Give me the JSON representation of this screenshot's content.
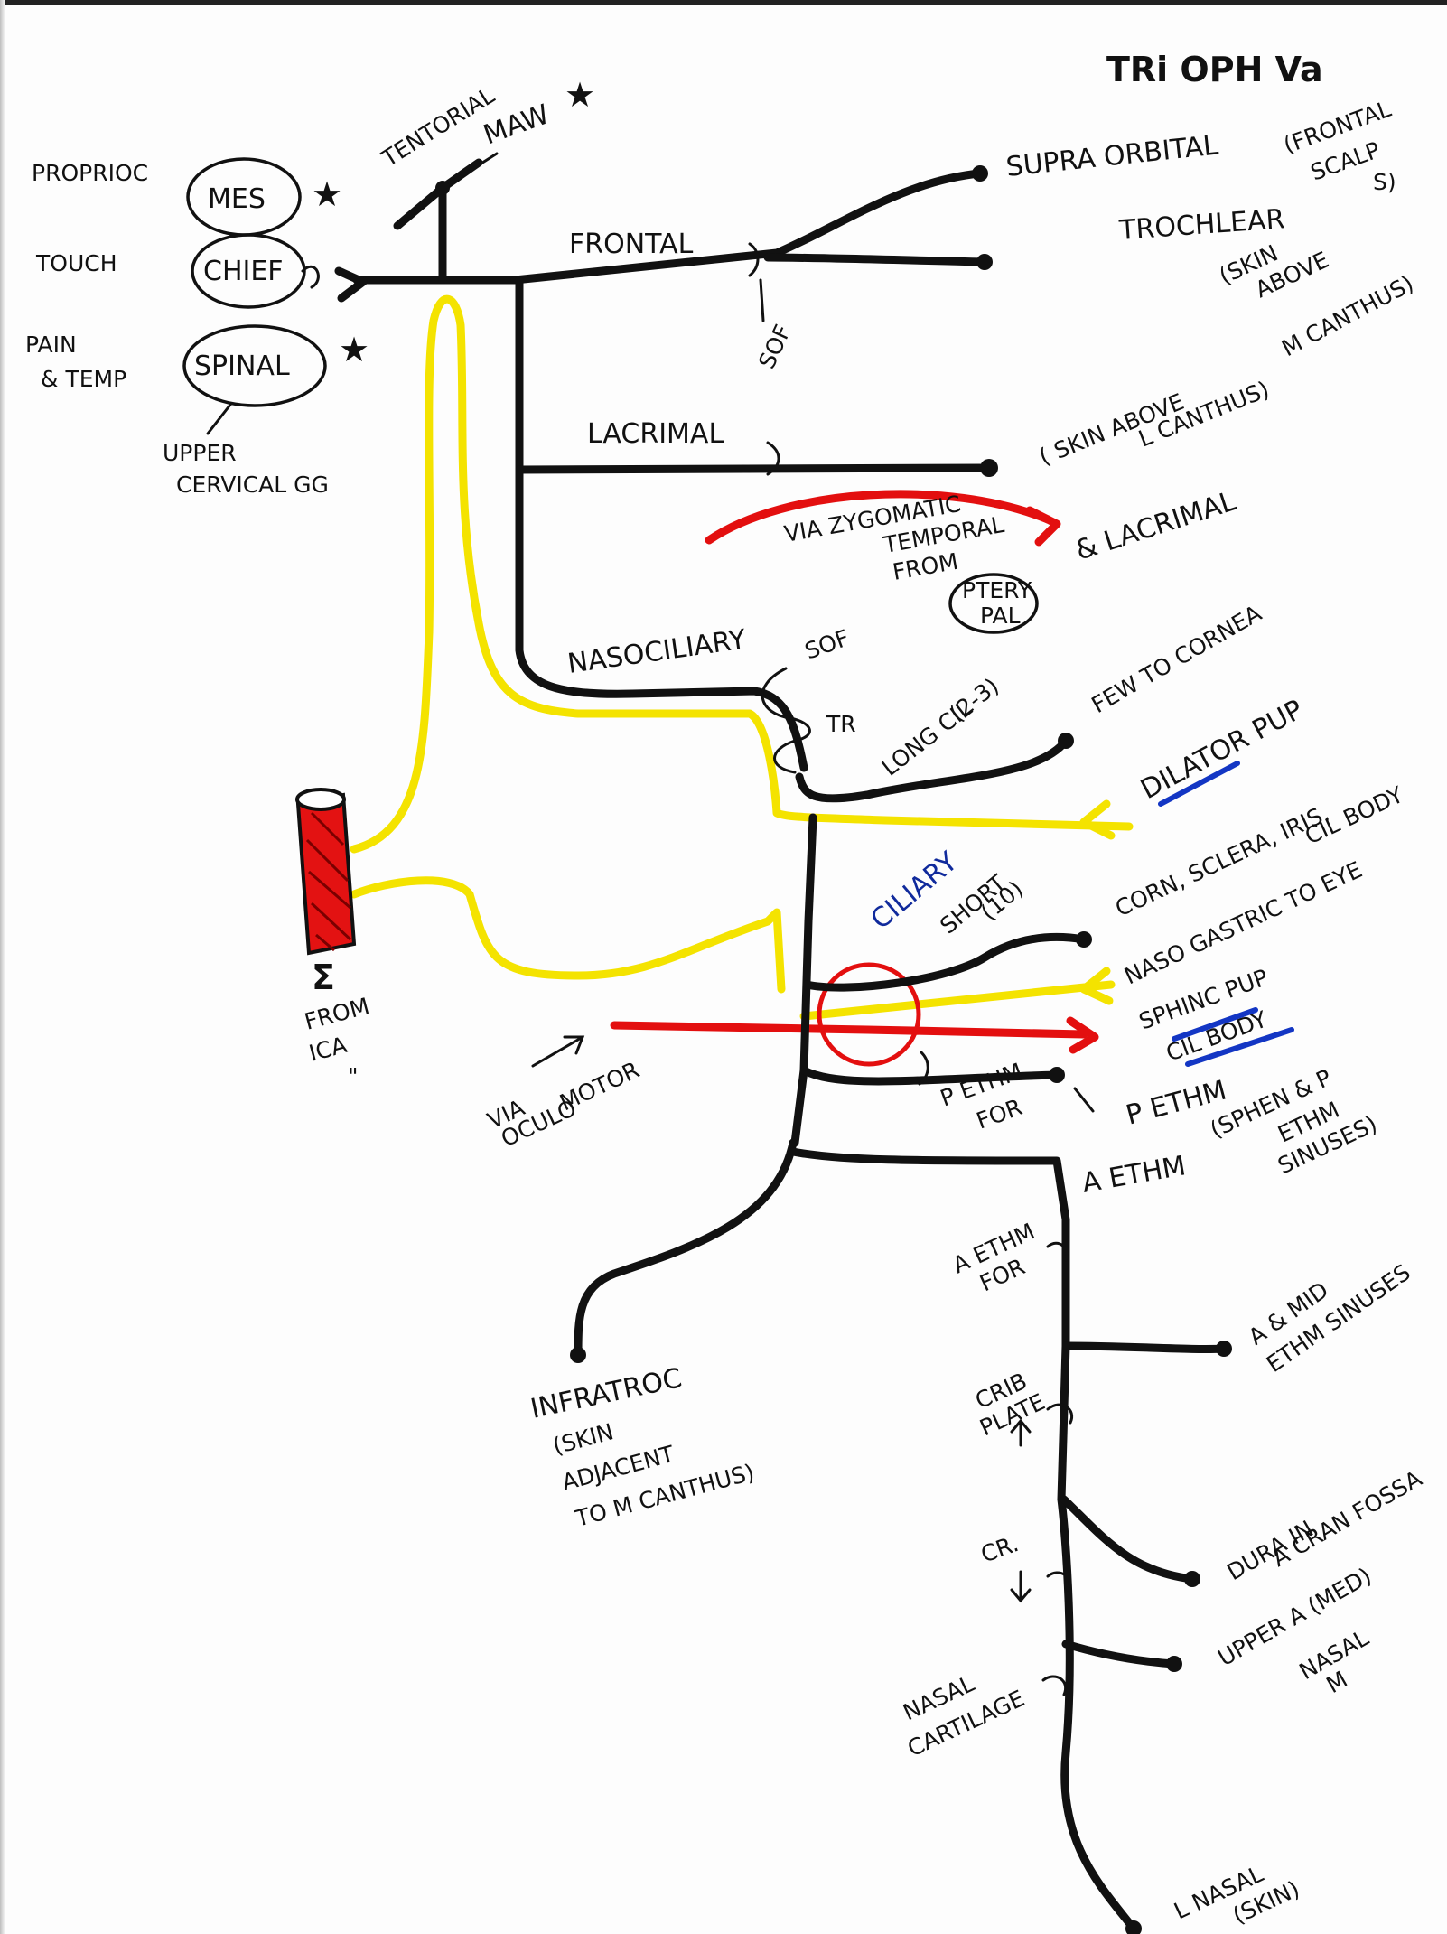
{
  "header": {
    "title": "TRi OPH Va"
  },
  "roots": {
    "proprioception": {
      "modality": "PROPRIOC",
      "nucleus": "MES",
      "mark": "★"
    },
    "touch": {
      "modality": "TOUCH",
      "nucleus": "CHIEF"
    },
    "pain_temp": {
      "modality_line1": "PAIN",
      "modality_line2": "& TEMP",
      "nucleus": "SPINAL",
      "mark": "★",
      "note_line1": "UPPER",
      "note_line2": "CERVICAL GG"
    },
    "tentorial": {
      "label": "TENTORIAL",
      "nerve": "MAW",
      "mark": "★"
    }
  },
  "branches": {
    "frontal": {
      "label": "FRONTAL",
      "fissure": "SOF"
    },
    "supra_orbital": {
      "label": "SUPRA ORBITAL",
      "note_line1": "(FRONTAL",
      "note_line2": "SCALP",
      "note_line3": "S)"
    },
    "trochlear": {
      "label": "TROCHLEAR",
      "note_line1": "(SKIN",
      "note_line2": "ABOVE",
      "note_line3": "M CANTHUS)"
    },
    "lacrimal": {
      "label": "LACRIMAL",
      "note_line1": "( SKIN ABOVE",
      "note_line2": "L CANTHUS)",
      "extra": "& LACRIMAL",
      "via_line1": "VIA ZYGOMATIC",
      "via_line2": "TEMPORAL",
      "via_line3": "FROM",
      "ganglion_line1": "PTERY",
      "ganglion_line2": "PAL"
    },
    "nasociliary": {
      "label": "NASOCILIARY",
      "fissure": "SOF",
      "ring": "TR"
    },
    "long_ciliary": {
      "label": "LONG CIL",
      "count": "(2-3)",
      "target": "FEW TO CORNEA",
      "target2": "DILATOR PUP"
    },
    "ciliary_ganglion": {
      "label": "CILIARY",
      "short": "SHORT",
      "count": "(10)",
      "target_line1": "CORN, SCLERA, IRIS,",
      "target_line2": "CIL BODY",
      "target_line3": "NASO GASTRIC TO EYE",
      "target_line4": "SPHINC PUP",
      "target_line5": "CIL BODY"
    },
    "carotid": {
      "mark": "Σ",
      "label_line1": "FROM",
      "label_line2": "ICA",
      "note": "\""
    },
    "oculomotor": {
      "line1": "VIA",
      "line2": "OCULO",
      "line3": "MOTOR"
    },
    "post_ethmoid": {
      "label": "P ETHM",
      "note_line1": "(SPHEN & P",
      "note_line2": "ETHM",
      "note_line3": "SINUSES)",
      "foramen_line1": "P ETHM",
      "foramen_line2": "FOR"
    },
    "ant_ethmoid": {
      "label": "A ETHM",
      "foramen_line1": "A ETHM",
      "foramen_line2": "FOR"
    },
    "infratrochlear": {
      "label": "INFRATROC",
      "note_line1": "(SKIN",
      "note_line2": "ADJACENT",
      "note_line3": "TO M CANTHUS)"
    },
    "sinuses": {
      "line1": "A & MID",
      "line2": "ETHM SINUSES"
    },
    "cribriform": {
      "line1": "CRIB",
      "line2": "PLATE"
    },
    "dura": {
      "line1": "DURA IN",
      "line2": "A CRAN FOSSA"
    },
    "cranial": {
      "label": "CR."
    },
    "nasal": {
      "line1": "UPPER A (MED)",
      "line2": "NASAL",
      "line3": "M"
    },
    "nasal_cartilage": {
      "line1": "NASAL",
      "line2": "CARTILAGE"
    },
    "external_nasal": {
      "line1": "L NASAL",
      "line2": "(SKIN)"
    }
  },
  "colors": {
    "sensory": "#111111",
    "sympathetic": "#f4e300",
    "parasympathetic": "#e30f0f",
    "artery": "#e31212",
    "highlight": "#1336c4"
  }
}
